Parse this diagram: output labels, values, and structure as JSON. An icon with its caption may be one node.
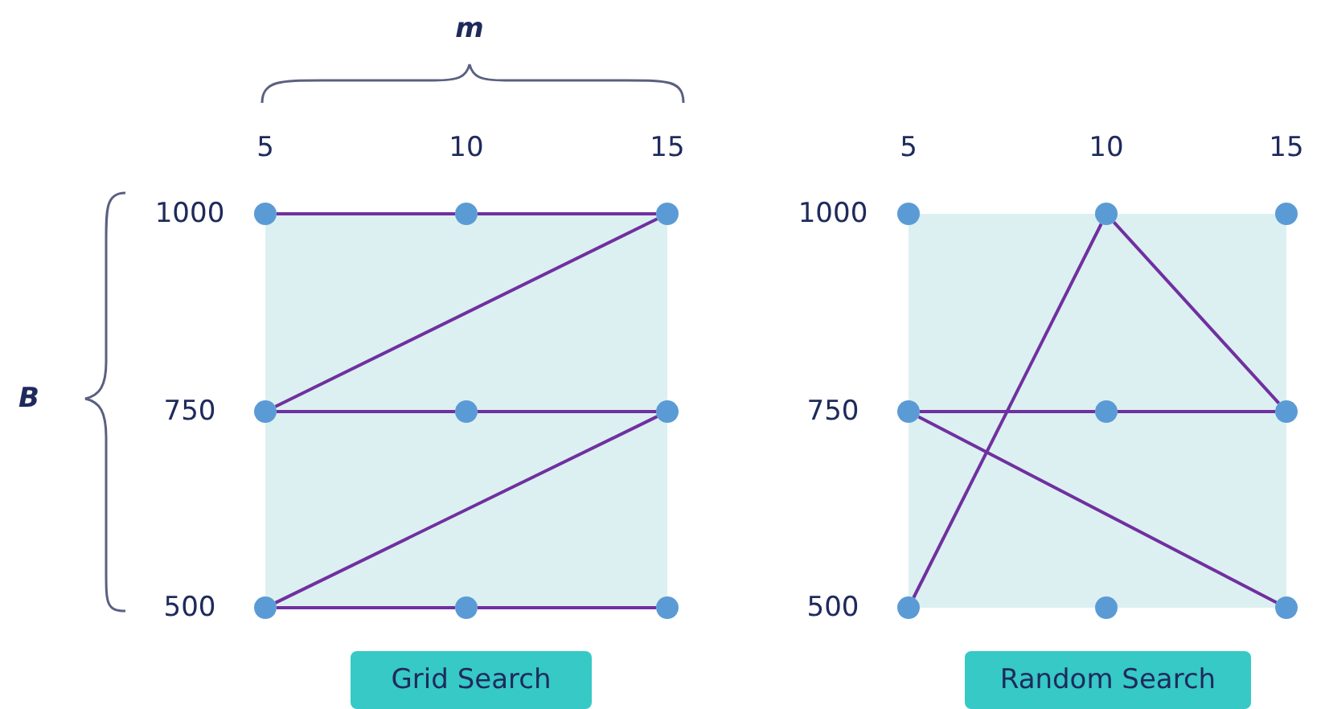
{
  "diagram": {
    "nodes": [
      {
        "text": [],
        "shape": "circle"
      },
      {
        "text": [],
        "shape": "circle"
      },
      {
        "text": [],
        "shape": "circle"
      },
      {
        "text": [],
        "shape": "circle"
      },
      {
        "text": [],
        "shape": "circle"
      },
      {
        "text": [],
        "shape": "circle"
      },
      {
        "text": [],
        "shape": "circle"
      },
      {
        "text": [],
        "shape": "circle"
      },
      {
        "text": [],
        "shape": "circle"
      },
      {
        "text": [],
        "shape": "circle"
      },
      {
        "text": [],
        "shape": "circle"
      },
      {
        "text": [],
        "shape": "circle"
      },
      {
        "text": [],
        "shape": "circle"
      },
      {
        "text": [],
        "shape": "circle"
      },
      {
        "text": [],
        "shape": "circle"
      },
      {
        "text": [],
        "shape": "circle"
      },
      {
        "text": [],
        "shape": "circle"
      },
      {
        "text": [],
        "shape": "circle"
      },
      {
        "text": [
          "Grid Search"
        ]
      },
      {
        "text": [
          "Random Search"
        ]
      }
    ],
    "edges": [
      {
        "from": 0,
        "to": 1,
        "arrow": "none"
      },
      {
        "from": 1,
        "to": 2,
        "arrow": "none"
      },
      {
        "from": 2,
        "to": 3,
        "arrow": "none"
      },
      {
        "from": 3,
        "to": 4,
        "arrow": "none"
      },
      {
        "from": 4,
        "to": 5,
        "arrow": "none"
      },
      {
        "from": 5,
        "to": 6,
        "arrow": "none"
      },
      {
        "from": 6,
        "to": 7,
        "arrow": "none"
      },
      {
        "from": 7,
        "to": 8,
        "arrow": "none"
      },
      {
        "from": 15,
        "to": 10,
        "arrow": "none"
      },
      {
        "from": 10,
        "to": 14,
        "arrow": "none"
      },
      {
        "from": 12,
        "to": 13,
        "arrow": "none"
      },
      {
        "from": 13,
        "to": 14,
        "arrow": "none"
      },
      {
        "from": 12,
        "to": 17,
        "arrow": "none"
      }
    ],
    "labels": [
      "m",
      "5",
      "10",
      "15",
      "1000",
      "B",
      "750",
      "500",
      "5",
      "10",
      "15",
      "1000",
      "750",
      "500"
    ]
  }
}
